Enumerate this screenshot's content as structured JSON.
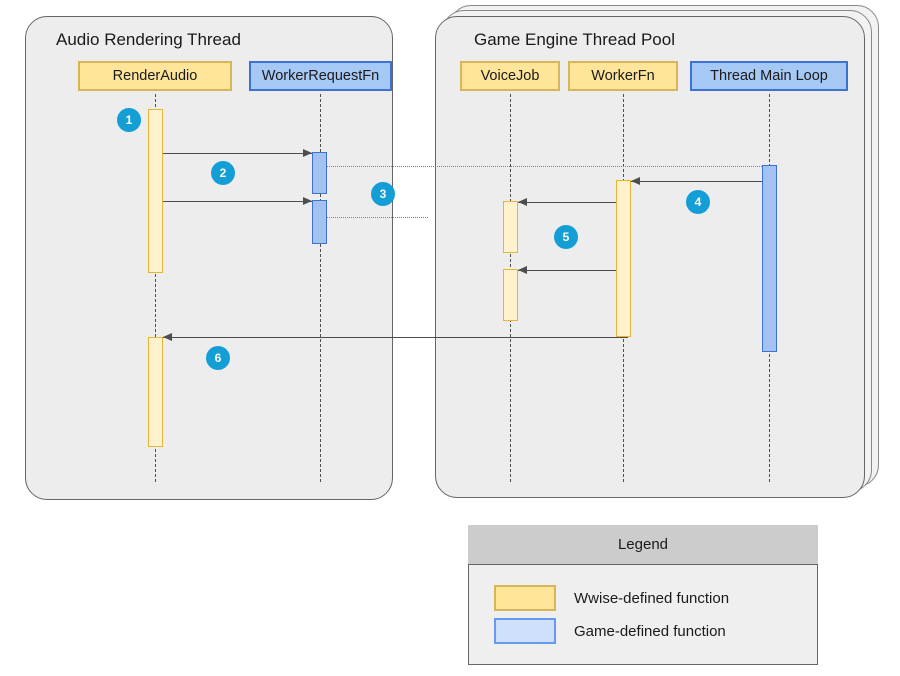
{
  "diagram": {
    "type": "uml-sequence-diagram",
    "panels": [
      {
        "id": "audio-rendering-thread",
        "title": "Audio Rendering Thread",
        "stacked": false
      },
      {
        "id": "game-engine-thread-pool",
        "title": "Game Engine Thread Pool",
        "stacked": true,
        "stack_count": 3
      }
    ],
    "participants": [
      {
        "id": "render-audio",
        "label": "RenderAudio",
        "kind": "wwise",
        "panel": "audio-rendering-thread"
      },
      {
        "id": "worker-request-fn",
        "label": "WorkerRequestFn",
        "kind": "game",
        "panel": "audio-rendering-thread"
      },
      {
        "id": "voice-job",
        "label": "VoiceJob",
        "kind": "wwise",
        "panel": "game-engine-thread-pool"
      },
      {
        "id": "worker-fn",
        "label": "WorkerFn",
        "kind": "wwise",
        "panel": "game-engine-thread-pool"
      },
      {
        "id": "thread-main-loop",
        "label": "Thread Main Loop",
        "kind": "game",
        "panel": "game-engine-thread-pool"
      }
    ],
    "steps": [
      {
        "number": "1",
        "describes": "RenderAudio activation begins"
      },
      {
        "number": "2",
        "describes": "RenderAudio calls WorkerRequestFn"
      },
      {
        "number": "3",
        "describes": "WorkerRequestFn posts work to the game engine thread pool"
      },
      {
        "number": "4",
        "describes": "Thread Main Loop invokes WorkerFn"
      },
      {
        "number": "5",
        "describes": "WorkerFn executes VoiceJob"
      },
      {
        "number": "6",
        "describes": "WorkerFn returns results to RenderAudio"
      }
    ]
  },
  "legend": {
    "title": "Legend",
    "entries": [
      {
        "kind": "wwise",
        "label": "Wwise-defined function"
      },
      {
        "kind": "game",
        "label": "Game-defined function"
      }
    ]
  }
}
